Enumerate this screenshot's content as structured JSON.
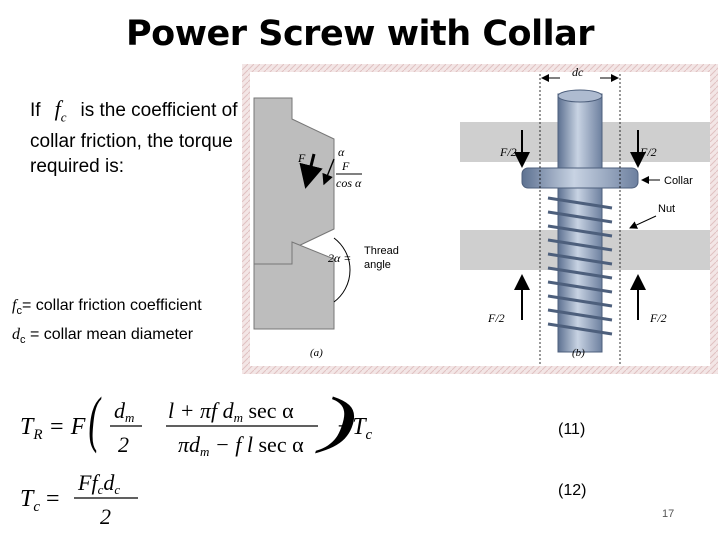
{
  "slide": {
    "title": "Power Screw with Collar",
    "intro_prefix": "If",
    "intro_symbol": "fc",
    "intro_suffix": "is the coefficient of collar friction, the torque required is:",
    "def_fc_symbol": "f",
    "def_fc_sub": "c",
    "def_fc_text": "= collar friction coefficient",
    "def_dc_symbol": "d",
    "def_dc_sub": "c",
    "def_dc_text": " = collar mean diameter",
    "page_number": "17"
  },
  "figure": {
    "dc_label": "dc",
    "f_label": "F",
    "f_over_cos": "F",
    "cos_alpha": "cos α",
    "alpha": "α",
    "two_alpha": "2α =",
    "thread": "Thread",
    "angle": "angle",
    "f2_left_top": "F/2",
    "f2_right_top": "F/2",
    "collar": "Collar",
    "nut": "Nut",
    "f2_left_bottom": "F/2",
    "f2_right_bottom": "F/2",
    "caption_a": "(a)",
    "caption_b": "(b)"
  },
  "equations": [
    {
      "number": "(11)",
      "lhs": "TR",
      "text": "TR = F (dm / 2) ( (l + π f dm sec α) / (π dm − f l sec α) ) + Tc"
    },
    {
      "number": "(12)",
      "lhs": "Tc",
      "text": "Tc = F fc dc / 2"
    }
  ],
  "colors": {
    "figure_border": "#e3c3c3",
    "plate": "#cfcfcf",
    "screw": "#8fa3c0",
    "screw_dark": "#5d7191"
  }
}
